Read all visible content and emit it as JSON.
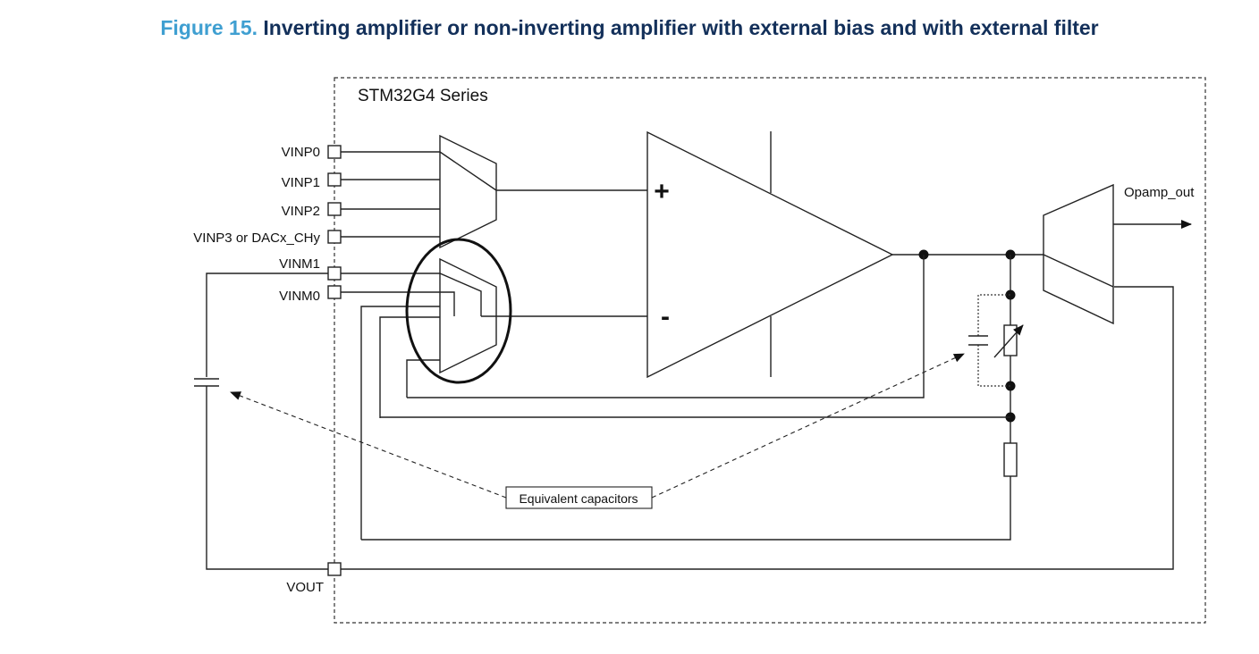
{
  "figure": {
    "number": "Figure 15.",
    "caption": "Inverting amplifier or non-inverting amplifier with external bias and with external filter"
  },
  "diagram": {
    "device_label": "STM32G4 Series",
    "pins": {
      "vinp0": "VINP0",
      "vinp1": "VINP1",
      "vinp2": "VINP2",
      "vinp3": "VINP3 or DACx_CHy",
      "vinm1": "VINM1",
      "vinm0": "VINM0",
      "vout": "VOUT"
    },
    "opamp_plus": "+",
    "opamp_minus": "-",
    "output_label": "Opamp_out",
    "callout": "Equivalent capacitors"
  }
}
